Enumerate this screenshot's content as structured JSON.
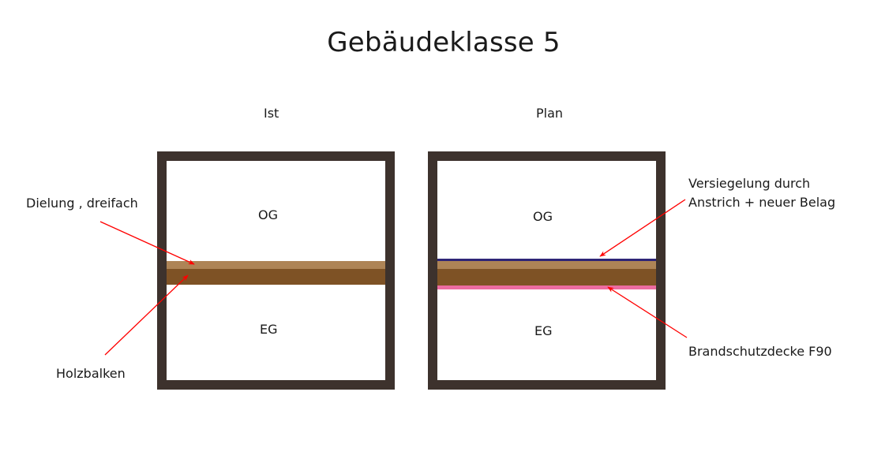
{
  "title": "Gebäudeklasse 5",
  "colors": {
    "frame": "#3d322d",
    "floorboards": "#ae8456",
    "beams": "#7e5225",
    "sealing": "#2e2577",
    "fire_protection": "#ec6ca0",
    "arrow": "#ff0000"
  },
  "panels": [
    {
      "label": "Ist",
      "upper_room": "OG",
      "lower_room": "EG",
      "layers": [
        "Dielung",
        "Holzbalken"
      ]
    },
    {
      "label": "Plan",
      "upper_room": "OG",
      "lower_room": "EG",
      "layers": [
        "Versiegelung",
        "Dielung",
        "Holzbalken",
        "Brandschutzdecke"
      ]
    }
  ],
  "annotations": {
    "dielung": "Dielung , dreifach",
    "holzbalken": "Holzbalken",
    "versiegelung_line1": "Versiegelung durch",
    "versiegelung_line2": "Anstrich + neuer Belag",
    "brandschutz": "Brandschutzdecke F90"
  }
}
